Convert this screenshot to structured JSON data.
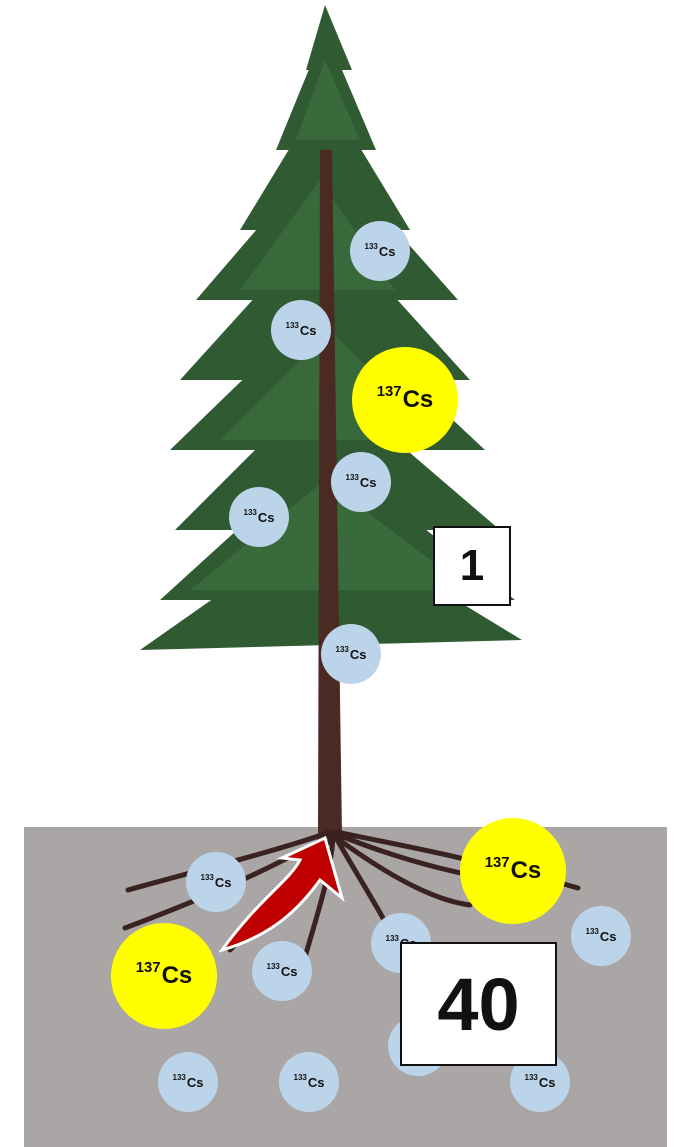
{
  "isotopes": {
    "stable": {
      "mass": "133",
      "symbol": "Cs",
      "color": "#bcd4ea"
    },
    "radioactive": {
      "mass": "137",
      "symbol": "Cs",
      "color": "#ffff00"
    }
  },
  "tree_atoms": [
    "133",
    "133",
    "137",
    "133",
    "133",
    "133"
  ],
  "soil_atoms": [
    "133",
    "137",
    "137",
    "133",
    "133",
    "133",
    "133",
    "133",
    "133"
  ],
  "ratios": {
    "tree": "1",
    "soil": "40"
  },
  "colors": {
    "soil": "#aaa6a5",
    "arrow": "#c00000",
    "foliage": "#2f5a32",
    "trunk": "#4a2a22"
  }
}
